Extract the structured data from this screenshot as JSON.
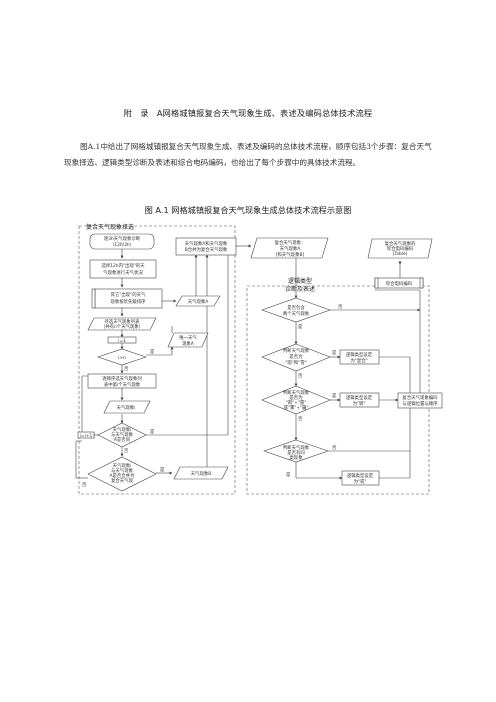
{
  "appendix": {
    "prefix": "附　录",
    "title": "A网格城镇报复合天气现象生成、表述及编码总体技术流程"
  },
  "paragraph": "图A.1中给出了网格城镇报复合天气现象生成、表述及编码的总体技术流程，顺序包括3个步骤：复合天气现象择选、逻辑类型诊断及表述和综合电码编码，也给出了每个步骤中的具体技术流程。",
  "figure_caption": "图 A.1  网格城镇报复合天气现象生成总体技术流程示意图",
  "diagram": {
    "groups": {
      "left": "复合天气现象择选",
      "right_line1": "逻辑类型",
      "right_line2": "诊断及表述"
    },
    "nodes": {
      "n1": [
        "逐3h天气现象诊断",
        "（12h/3h）"
      ],
      "n2": [
        "选择12h内\"出现\"的天",
        "气现象进行天气状况"
      ],
      "n3": [
        "其它\"出现\"的天气",
        "现象按优先级排序"
      ],
      "n4": [
        "待选天气现象列表",
        "（共有n个天气现象）"
      ],
      "n5": [
        "i=1"
      ],
      "n6": [
        "i>n"
      ],
      "n7": [
        "逐降序选天气现象列",
        "表中第i个天气现象"
      ],
      "n8": [
        "天气现象i"
      ],
      "n9": [
        "天气现象i",
        "与天气现象",
        "A是否同"
      ],
      "n10": [
        "i=i+1"
      ],
      "n11": [
        "天气现象i",
        "与天气现象",
        "A是否合并为",
        "复合天气现"
      ],
      "n12": [
        "天气现象B"
      ],
      "n13": [
        "唯一天气",
        "现象A"
      ],
      "n14": [
        "天气现象A"
      ],
      "n15": [
        "天气现象A和天气现象",
        "B合并为复合天气现象"
      ],
      "n16": [
        "复合天气现象：",
        "天气现象A",
        "[和天气现象B]"
      ],
      "n17": [
        "是否包含",
        "两个天气现象"
      ],
      "n18": [
        "判断天气现象",
        "是否为",
        "\"雨\"和\"雪\""
      ],
      "n19": [
        "逻辑类型设定",
        "为\"混合\""
      ],
      "n20": [
        "判断天气现象",
        "是否为",
        "\"雨\"+\"雷\"",
        "或\"雾\"+\"霾\""
      ],
      "n21": [
        "逻辑类型设定",
        "为\"转\""
      ],
      "n22": [
        "判断天气现象",
        "是否有同",
        "类现象"
      ],
      "n23": [
        "逻辑类型设定",
        "为\"或\""
      ],
      "n24": [
        "复合天气现象的",
        "综合电码编码",
        "(Table)"
      ],
      "n25": [
        "综合电码编码"
      ],
      "n26": [
        "复合天气现象编码",
        "与逻辑位置与顺序"
      ]
    },
    "labels": {
      "yes": "是",
      "no": "否"
    }
  }
}
